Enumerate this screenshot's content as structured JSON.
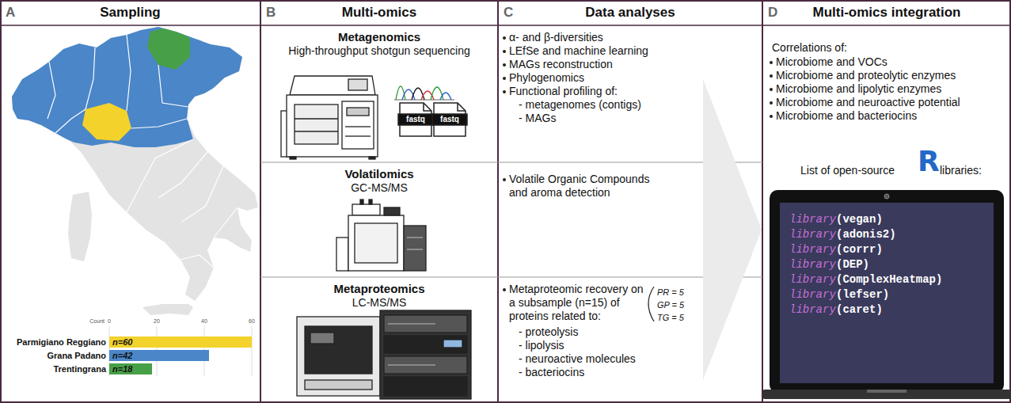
{
  "diagram": {
    "nodes": [
      {
        "text": [
          "A",
          "Sampling"
        ]
      },
      {
        "text": [
          "n=60"
        ],
        "in": 0
      },
      {
        "text": [
          "n=42"
        ],
        "in": 0
      },
      {
        "text": [
          "n=18"
        ],
        "in": 0
      },
      {
        "text": [
          "B",
          "Multi-omics"
        ]
      },
      {
        "text": [
          "Metagenomics",
          "High-throughput shotgun sequencing"
        ],
        "in": 4
      },
      {
        "text": [
          "Volatilomics",
          "GC-MS/MS"
        ],
        "in": 4
      },
      {
        "text": [
          "Metaproteomics",
          "LC-MS/MS"
        ],
        "in": 4
      },
      {
        "text": [
          "C",
          "Data analyses"
        ]
      },
      {
        "text": [
          "α- and β-diversities",
          "LEfSe and machine learning",
          "MAGs reconstruction",
          "Phylogenomics",
          "Functional profiling of:",
          "- metagenomes (contigs)",
          "- MAGs"
        ],
        "in": 8
      },
      {
        "text": [
          "Volatile Organic Compounds and aroma detection"
        ],
        "in": 8
      },
      {
        "text": [
          "Metaproteomic recovery on a subsample (n=15) of proteins related to:",
          "- proteolysis",
          "- lipolysis",
          "- neuroactive molecules",
          "- bacteriocins"
        ],
        "in": 8
      },
      {
        "text": [
          "D",
          "Multi-omics integration",
          "Correlations of:",
          "Microbiome and VOCs",
          "Microbiome and proteolytic enzymes",
          "Microbiome and lipolytic enzymes",
          "Microbiome and neuroactive potential",
          "Microbiome and bacteriocins",
          "List of open-source",
          "R",
          "libraries:"
        ]
      },
      {
        "text": [
          "library",
          "(vegan)",
          "library",
          "(adonis2)",
          "library",
          "(corrr)",
          "library",
          "(DEP)",
          "library",
          "(ComplexHeatmap)",
          "library",
          "(lefser)",
          "library",
          "(caret)"
        ],
        "in": 12
      }
    ],
    "labels": [
      "Count",
      "0",
      "20",
      "40",
      "60",
      "Parmigiano Reggiano",
      "Grana Padano",
      "Trentingrana",
      "fastq",
      "fastq",
      "PR = 5",
      "GP = 5",
      "TG = 5"
    ]
  }
}
